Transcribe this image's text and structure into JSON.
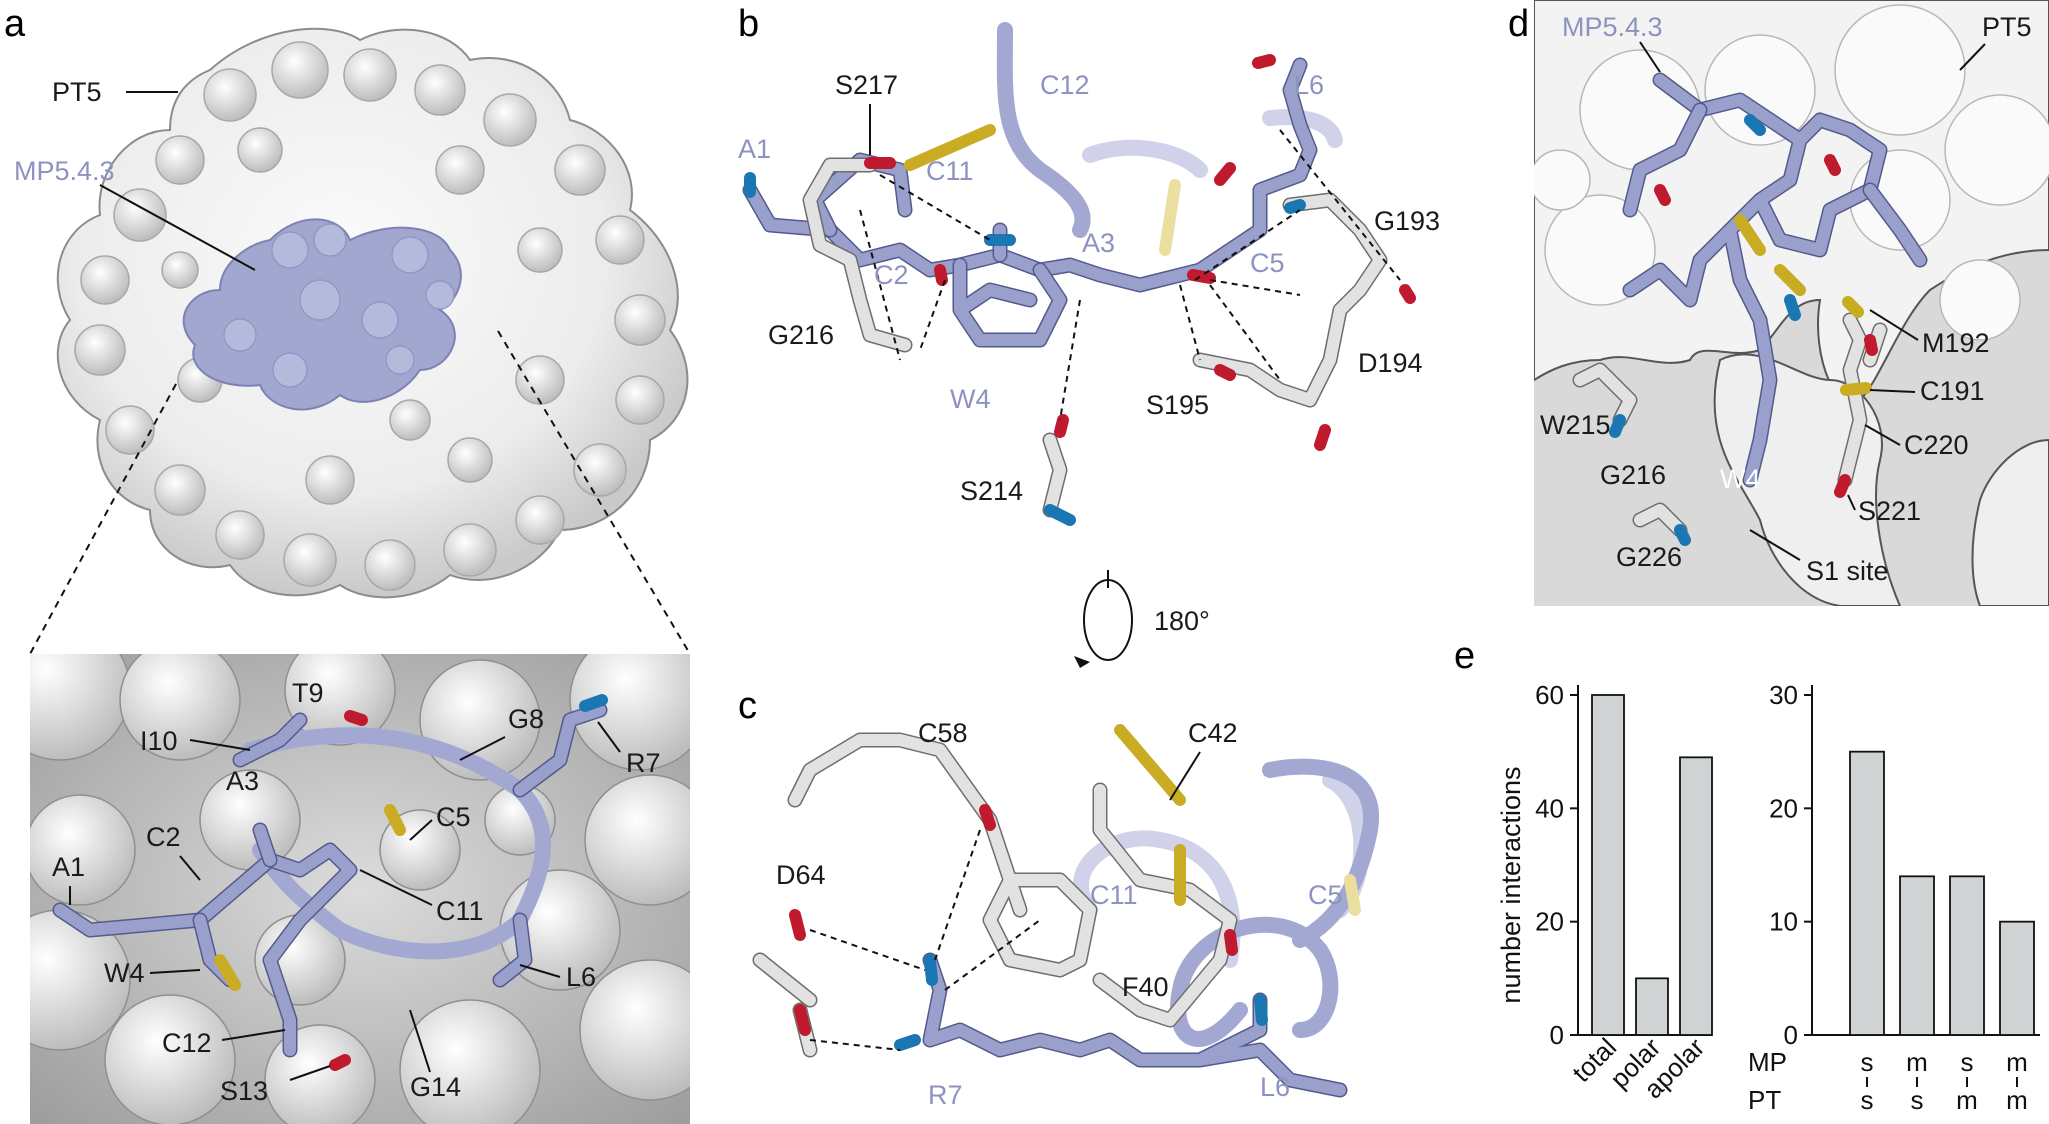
{
  "panels": {
    "a": {
      "letter": "a",
      "labels": {
        "pt5": "PT5",
        "mp": "MP5.4.3",
        "t9": "T9",
        "r7": "R7",
        "i10": "I10",
        "g8": "G8",
        "a3": "A3",
        "c5": "C5",
        "c2": "C2",
        "a1": "A1",
        "c11": "C11",
        "w4": "W4",
        "l6": "L6",
        "c12": "C12",
        "g14": "G14",
        "s13": "S13"
      }
    },
    "b": {
      "letter": "b",
      "labels": {
        "s217": "S217",
        "c12": "C12",
        "l6": "L6",
        "a1": "A1",
        "c11": "C11",
        "g193": "G193",
        "a3": "A3",
        "c5": "C5",
        "c2": "C2",
        "g216": "G216",
        "d194": "D194",
        "w4": "W4",
        "s195": "S195",
        "s214": "S214"
      },
      "rotation_label": "180°"
    },
    "c": {
      "letter": "c",
      "labels": {
        "c58": "C58",
        "c42": "C42",
        "d64": "D64",
        "c11": "C11",
        "c5": "C5",
        "f40": "F40",
        "r7": "R7",
        "l6": "L6"
      }
    },
    "d": {
      "letter": "d",
      "labels": {
        "mp": "MP5.4.3",
        "pt5": "PT5",
        "m192": "M192",
        "c191": "C191",
        "w215": "W215",
        "c220": "C220",
        "g216": "G216",
        "w4": "W4",
        "s221": "S221",
        "g226": "G226",
        "s1": "S1 site"
      }
    },
    "e": {
      "letter": "e"
    }
  },
  "chart_data": [
    {
      "type": "bar",
      "categories": [
        "total",
        "polar",
        "apolar"
      ],
      "values": [
        60,
        10,
        49
      ],
      "ylabel": "number interactions",
      "ylim": [
        0,
        60
      ],
      "yticks": [
        0,
        20,
        40,
        60
      ]
    },
    {
      "type": "bar",
      "categories": [
        "s–s",
        "m–s",
        "s–m",
        "m–m"
      ],
      "values": [
        25,
        14,
        14,
        10
      ],
      "ylim": [
        0,
        30
      ],
      "yticks": [
        0,
        10,
        20,
        30
      ],
      "row_labels": [
        "MP",
        "PT"
      ],
      "category_rows": [
        [
          "s",
          "s"
        ],
        [
          "m",
          "s"
        ],
        [
          "s",
          "m"
        ],
        [
          "m",
          "m"
        ]
      ]
    }
  ]
}
